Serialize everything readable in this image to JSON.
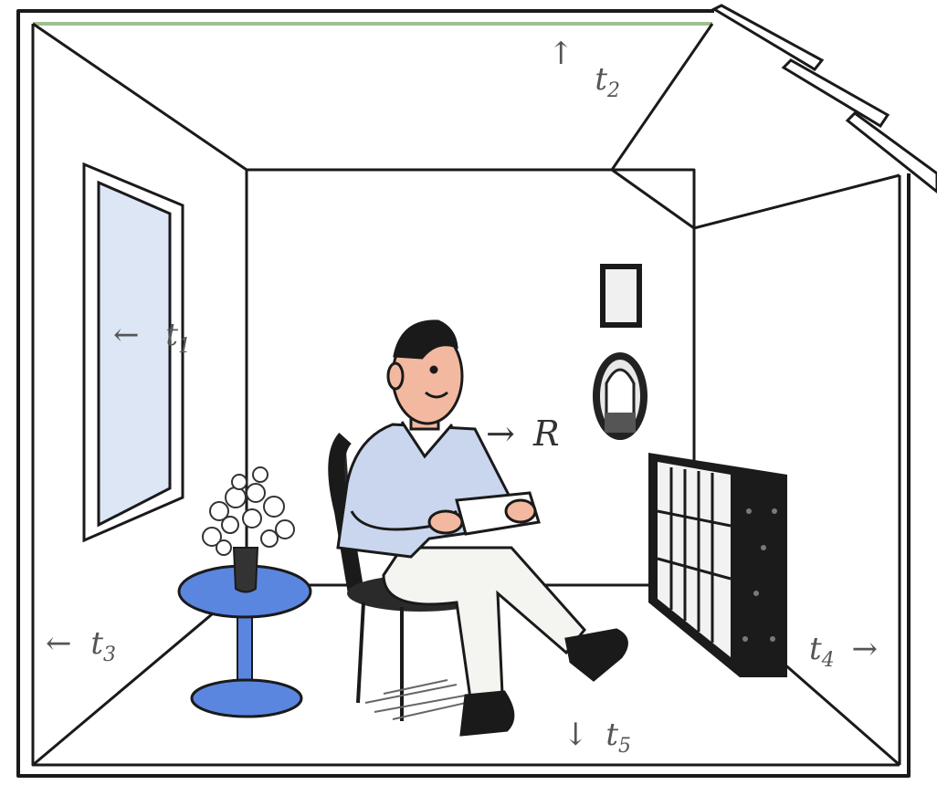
{
  "labels": {
    "t1": {
      "arrow": "←",
      "main": "t",
      "sub": "1"
    },
    "t2": {
      "arrow": "↑",
      "main": "t",
      "sub": "2"
    },
    "t3": {
      "arrow": "←",
      "main": "t",
      "sub": "3"
    },
    "t4": {
      "arrow": "→",
      "main": "t",
      "sub": "4"
    },
    "t5": {
      "arrow": "↓",
      "main": "t",
      "sub": "5"
    },
    "R": {
      "arrow": "→",
      "main": "R"
    }
  },
  "colors": {
    "line": "#1a1a1a",
    "window_glass": "#dce6f5",
    "table": "#5b86e0",
    "shirt": "#c9d6ee",
    "skin": "#f2b9a0",
    "trousers": "#f4f4f0",
    "bookcase": "#1b1b1b",
    "ceiling_edge": "#9fbf8f"
  }
}
